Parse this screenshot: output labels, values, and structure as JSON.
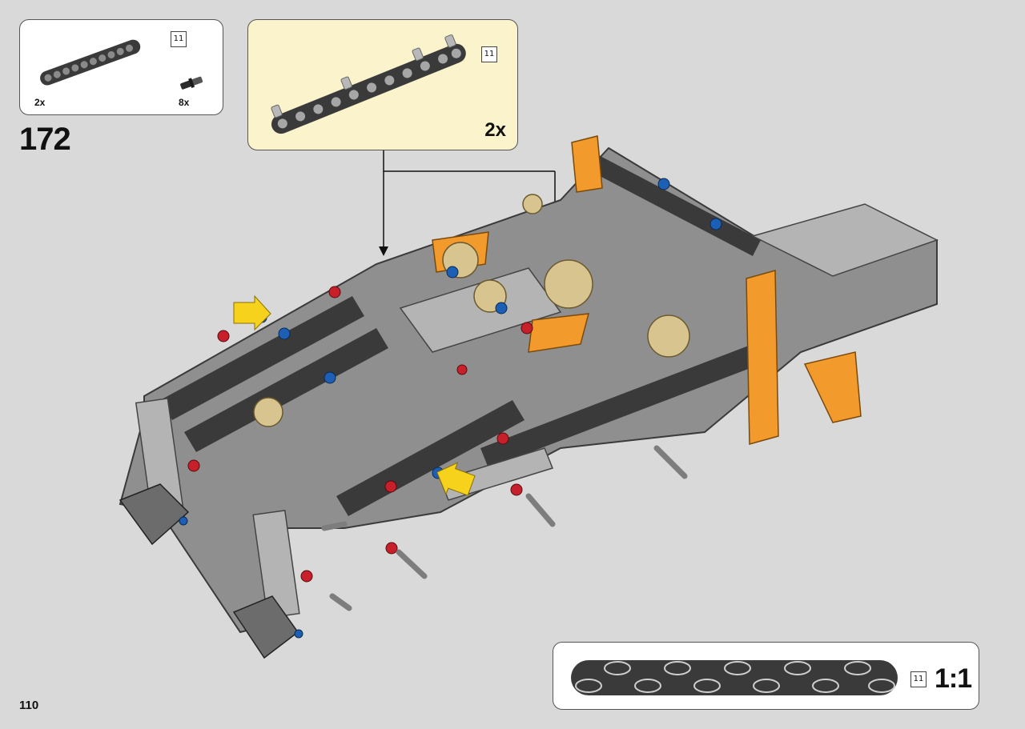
{
  "parts_list": {
    "beam_length": "11",
    "beam_qty": "2x",
    "pin_qty": "8x"
  },
  "step": {
    "number": "172"
  },
  "sub_assembly": {
    "beam_length": "11",
    "qty": "2x"
  },
  "scale_guide": {
    "beam_length": "11",
    "scale": "1:1"
  },
  "page": {
    "number": "110"
  },
  "colors": {
    "background": "#d9d9d9",
    "sub_assembly_bg": "#fbf3cc",
    "dark_gray": "#3a3a3a",
    "light_gray": "#a9a9a9",
    "orange": "#f39a2c",
    "red": "#c8202a",
    "blue": "#1d5fb5",
    "tan": "#d8c48f",
    "arrow_yellow": "#f7d21d"
  }
}
